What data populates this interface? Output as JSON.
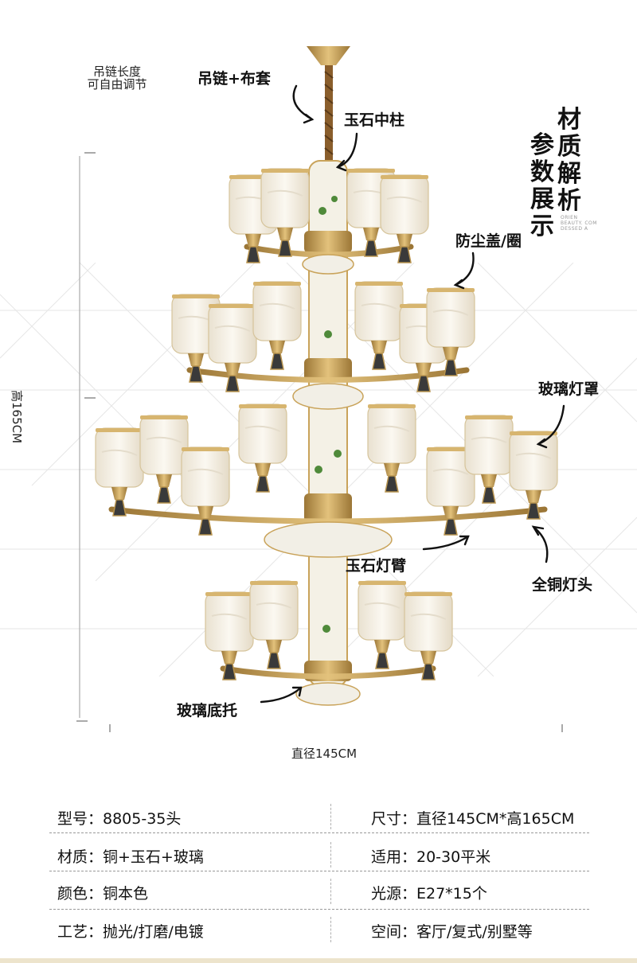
{
  "notes": {
    "chain_length_line1": "吊链长度",
    "chain_length_line2": "可自由调节"
  },
  "vertical_title": {
    "col_right": [
      "材",
      "质",
      "解",
      "析"
    ],
    "col_left": [
      "参",
      "数",
      "展",
      "示"
    ],
    "small_text": [
      "ORIEN",
      "BEAUTY. COM",
      "DESSED A"
    ]
  },
  "callouts": {
    "chain": "吊链+布套",
    "jade_column": "玉石中柱",
    "dust_cover": "防尘盖/圈",
    "glass_shade": "玻璃灯罩",
    "jade_arm": "玉石灯臂",
    "copper_head": "全铜灯头",
    "glass_base": "玻璃底托"
  },
  "dimensions": {
    "height": "高165CM",
    "diameter": "直径145CM"
  },
  "specs": [
    {
      "left": "型号：8805-35头",
      "right": "尺寸：直径145CM*高165CM"
    },
    {
      "left": "材质：铜+玉石+玻璃",
      "right": "适用：20-30平米"
    },
    {
      "left": "颜色：铜本色",
      "right": "光源：E27*15个"
    },
    {
      "left": "工艺：抛光/打磨/电镀",
      "right": "空间：客厅/复式/别墅等"
    }
  ],
  "colors": {
    "brass": "#c9a35a",
    "brass_dark": "#8a6a2e",
    "jade": "#f4f1e6",
    "shade": "#f7f2e8"
  }
}
